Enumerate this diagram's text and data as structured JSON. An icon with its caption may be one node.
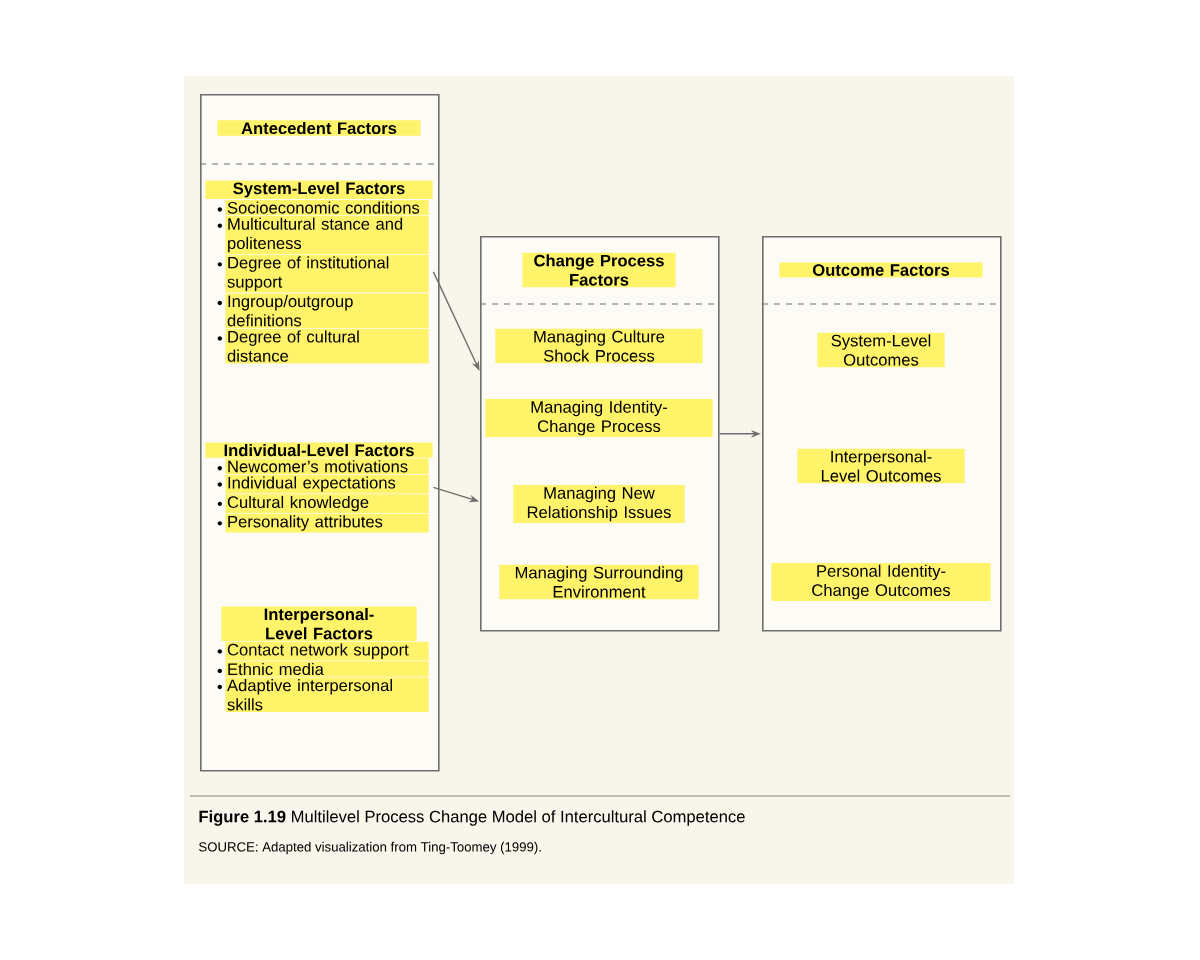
{
  "diagram": {
    "caption": "**Figure 1.19** Multilevel Process Change Model of Intercultural Competence",
    "nodes": [
      {
        "text": [
          "Antecedent Factors"
        ]
      },
      {
        "text": [
          "System-Level Factors",
          "Socioeconomic conditions",
          "Multicultural stance and politeness",
          "Degree of institutional support",
          "Ingroup/outgroup definitions",
          "Degree of cultural distance"
        ],
        "in": 0
      },
      {
        "text": [
          "Individual-Level Factors",
          "Newcomer’s motivations",
          "Individual expectations",
          "Cultural knowledge",
          "Personality attributes"
        ],
        "in": 0
      },
      {
        "text": [
          "Interpersonal-Level Factors",
          "Contact network support",
          "Ethnic media",
          "Adaptive interpersonal skills"
        ],
        "in": 0
      },
      {
        "text": [
          "Change Process Factors",
          "Managing Culture Shock Process",
          "Managing Identity-Change Process",
          "Managing New Relationship Issues",
          "Managing Surrounding Environment"
        ]
      },
      {
        "text": [
          "Outcome Factors",
          "System-Level Outcomes",
          "Interpersonal-Level Outcomes",
          "Personal Identity-Change Outcomes"
        ]
      }
    ],
    "edges": [
      {
        "from": 1,
        "to": 4,
        "arrow": "to"
      },
      {
        "from": 2,
        "to": 4,
        "arrow": "to"
      },
      {
        "from": 4,
        "to": 5,
        "arrow": "to"
      }
    ],
    "labels": [
      "SOURCE: Adapted visualization from Ting-Toomey (1999)."
    ]
  }
}
